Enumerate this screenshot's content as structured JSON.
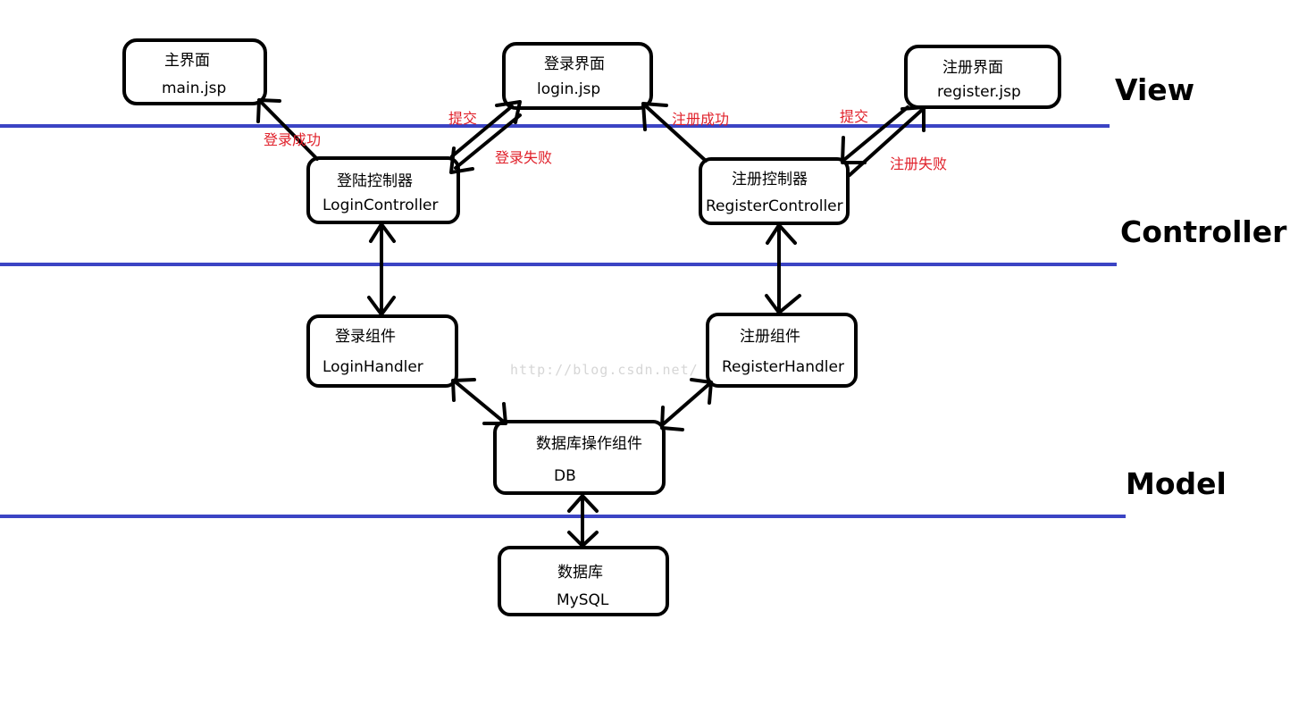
{
  "layers": [
    {
      "id": "view",
      "label": "View"
    },
    {
      "id": "controller",
      "label": "Controller"
    },
    {
      "id": "model",
      "label": "Model"
    }
  ],
  "nodes": [
    {
      "id": "main",
      "title": "主界面",
      "subtitle": "main.jsp"
    },
    {
      "id": "login",
      "title": "登录界面",
      "subtitle": "login.jsp"
    },
    {
      "id": "register",
      "title": "注册界面",
      "subtitle": "register.jsp"
    },
    {
      "id": "login_controller",
      "title": "登陆控制器",
      "subtitle": "LoginController"
    },
    {
      "id": "register_controller",
      "title": "注册控制器",
      "subtitle": "RegisterController"
    },
    {
      "id": "login_handler",
      "title": "登录组件",
      "subtitle": "LoginHandler"
    },
    {
      "id": "register_handler",
      "title": "注册组件",
      "subtitle": "RegisterHandler"
    },
    {
      "id": "db",
      "title": "数据库操作组件",
      "subtitle": "DB"
    },
    {
      "id": "mysql",
      "title": "数据库",
      "subtitle": "MySQL"
    }
  ],
  "edges": [
    {
      "id": "lc_to_main",
      "label": "登录成功"
    },
    {
      "id": "lc_to_login_submit",
      "label": "提交"
    },
    {
      "id": "login_to_lc_fail",
      "label": "登录失败"
    },
    {
      "id": "rc_to_login",
      "label": "注册成功"
    },
    {
      "id": "register_to_rc_submit",
      "label": "提交"
    },
    {
      "id": "rc_to_register_fail",
      "label": "注册失败"
    }
  ],
  "watermark": "http://blog.csdn.net/",
  "colors": {
    "layer_line": "#3b44c4",
    "edge_label": "#e0202a",
    "stroke": "#000000",
    "background": "#ffffff"
  }
}
